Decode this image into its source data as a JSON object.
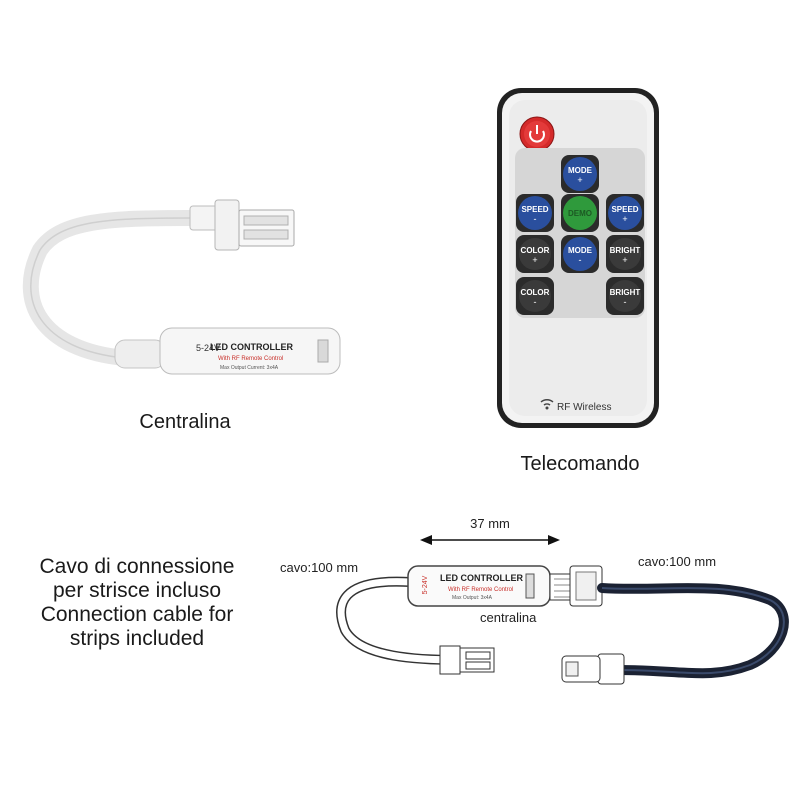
{
  "product": {
    "controller": {
      "caption": "Centralina",
      "label_title": "LED CONTROLLER",
      "label_sub": "With RF Remote Control",
      "label_spec": "Max Output Current: 3x4A",
      "label_side": "5-24V"
    },
    "remote": {
      "caption": "Telecomando",
      "brand": "RF Wireless",
      "buttons": {
        "mode_plus": "MODE",
        "mode_plus_sign": "+",
        "speed_minus": "SPEED",
        "speed_minus_sign": "-",
        "demo": "DEMO",
        "speed_plus": "SPEED",
        "speed_plus_sign": "+",
        "color_plus": "COLOR",
        "color_plus_sign": "+",
        "mode_minus": "MODE",
        "mode_minus_sign": "-",
        "bright_plus": "BRIGHT",
        "bright_plus_sign": "+",
        "color_minus": "COLOR",
        "color_minus_sign": "-",
        "bright_minus": "BRIGHT",
        "bright_minus_sign": "-"
      }
    },
    "cable": {
      "caption_lines": [
        "Cavo di connessione",
        "per strisce incluso",
        "Connection cable for",
        "strips included"
      ]
    },
    "diagram": {
      "dimension": "37 mm",
      "cable_left": "cavo:100 mm",
      "cable_right": "cavo:100 mm",
      "unit_label": "centralina",
      "label_title": "LED CONTROLLER",
      "label_sub": "With RF Remote Control",
      "label_spec": "Max Output: 3x4A"
    }
  },
  "colors": {
    "power_red": "#d42a2a",
    "mode_blue": "#2a4f9e",
    "demo_green": "#2f9a3c",
    "button_black": "#2b2b2b",
    "remote_body": "#f3f3f3",
    "cable_dark": "#1b2233",
    "label_red": "#c8302a"
  }
}
